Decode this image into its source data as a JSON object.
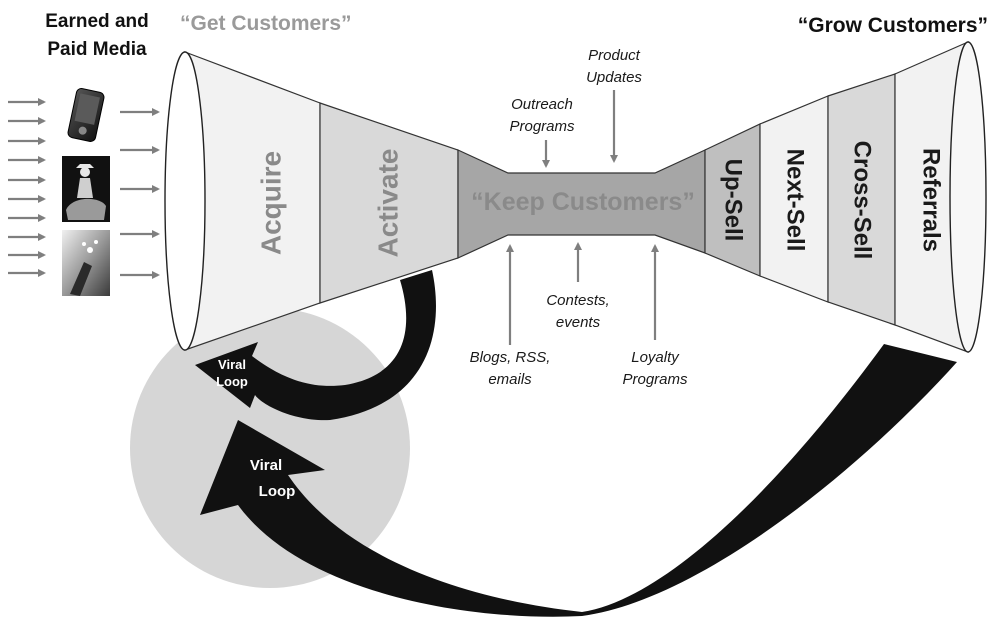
{
  "headers": {
    "media_line1": "Earned and",
    "media_line2": "Paid Media",
    "get_customers": "“Get Customers”",
    "grow_customers": "“Grow Customers”"
  },
  "stages": {
    "acquire": "Acquire",
    "activate": "Activate",
    "keep_customers": "“Keep Customers”",
    "up_sell": "Up-Sell",
    "next_sell": "Next-Sell",
    "cross_sell": "Cross-Sell",
    "referrals": "Referrals"
  },
  "top_inputs": {
    "outreach_line1": "Outreach",
    "outreach_line2": "Programs",
    "product_line1": "Product",
    "product_line2": "Updates"
  },
  "bottom_inputs": {
    "blogs_line1": "Blogs, RSS,",
    "blogs_line2": "emails",
    "contests_line1": "Contests,",
    "contests_line2": "events",
    "loyalty_line1": "Loyalty",
    "loyalty_line2": "Programs"
  },
  "viral_loops": {
    "small_line1": "Viral",
    "small_line2": "Loop",
    "large_line1": "Viral",
    "large_line2": "Loop"
  },
  "colors": {
    "acquire_fill": "#f2f2f2",
    "activate_fill": "#d9d9d9",
    "neck_fill": "#a6a6a6",
    "upsell_fill": "#bfbfbf",
    "nextsell_fill": "#f2f2f2",
    "crosssell_fill": "#d9d9d9",
    "referrals_fill": "#f2f2f2",
    "circle_fill": "#d6d6d6",
    "arrow_fill": "#111111",
    "small_arrow": "#7f7f7f"
  }
}
